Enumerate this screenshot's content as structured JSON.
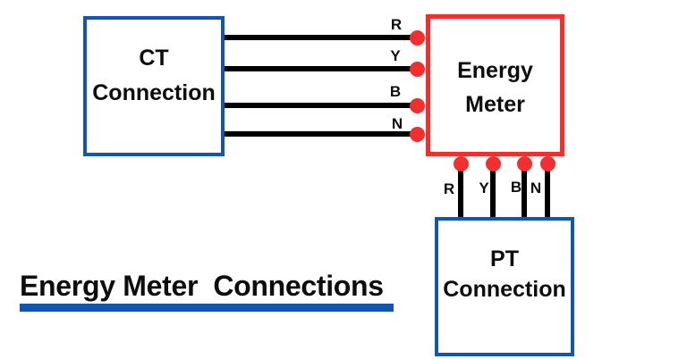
{
  "title": {
    "text": "Energy Meter  Connections"
  },
  "boxes": {
    "ct": {
      "line1": "CT",
      "line2": "Connection"
    },
    "meter": {
      "line1": "Energy",
      "line2": "Meter"
    },
    "pt": {
      "line1": "PT",
      "line2": "Connection"
    }
  },
  "wires": {
    "horizontal": [
      {
        "label": "R"
      },
      {
        "label": "Y"
      },
      {
        "label": "B"
      },
      {
        "label": "N"
      }
    ],
    "vertical": [
      {
        "label": "R"
      },
      {
        "label": "Y"
      },
      {
        "label": "B"
      },
      {
        "label": "N"
      }
    ]
  },
  "colors": {
    "box_blue": "#1356b2",
    "box_red": "#f22e2e",
    "wire_black": "#000000",
    "text_black": "#0d0d0d",
    "background": "#ffffff"
  }
}
